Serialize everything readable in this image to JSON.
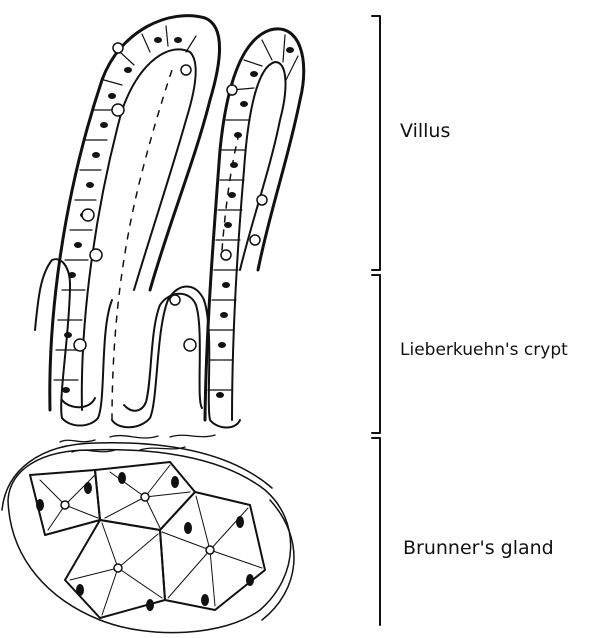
{
  "labels": {
    "villus": "Villus",
    "crypt": "Lieberkuehn's crypt",
    "gland": "Brunner's gland"
  },
  "colors": {
    "ink": "#111111",
    "background": "#ffffff"
  }
}
